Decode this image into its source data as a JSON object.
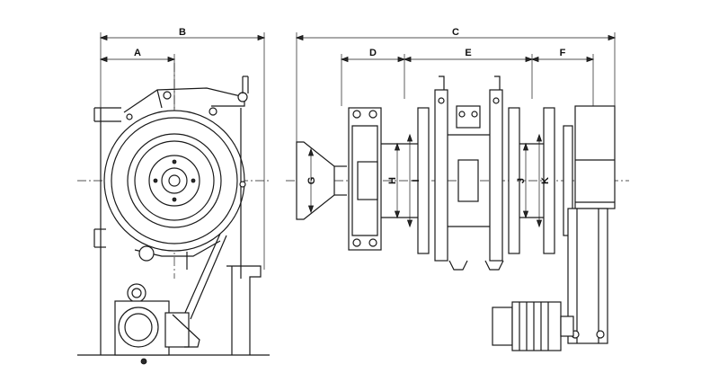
{
  "drawing": {
    "side_view": {
      "dimension_labels": [
        "A",
        "B"
      ]
    },
    "front_view": {
      "dimension_labels": [
        "C",
        "D",
        "E",
        "F",
        "G",
        "H",
        "I",
        "J",
        "K"
      ]
    }
  }
}
